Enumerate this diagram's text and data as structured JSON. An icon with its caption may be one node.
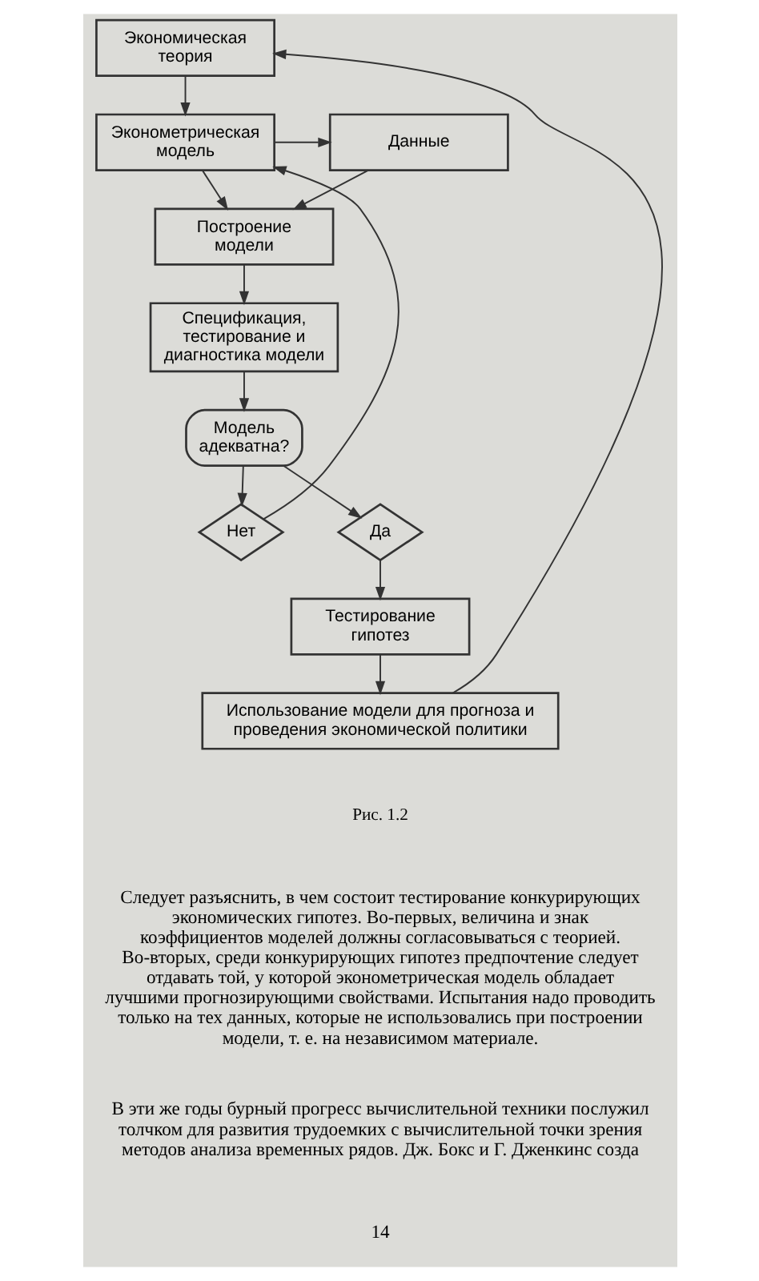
{
  "diagram": {
    "nodes": [
      {
        "text": [
          "Экономическая теория"
        ]
      },
      {
        "text": [
          "Эконометрическая модель"
        ]
      },
      {
        "text": [
          "Данные"
        ]
      },
      {
        "text": [
          "Построение модели"
        ]
      },
      {
        "text": [
          "Спецификация, тестирование и диагностика модели"
        ]
      },
      {
        "text": [
          "Модель адекватна?"
        ]
      },
      {
        "text": [
          "Нет"
        ]
      },
      {
        "text": [
          "Да"
        ]
      },
      {
        "text": [
          "Тестирование гипотез"
        ]
      },
      {
        "text": [
          "Использование модели для прогноза и проведения экономической политики"
        ]
      }
    ],
    "edges": [
      {
        "from": 0,
        "to": 1,
        "arrow": "to"
      },
      {
        "from": 1,
        "to": 2,
        "arrow": "to"
      },
      {
        "from": 2,
        "to": 3,
        "arrow": "to"
      },
      {
        "from": 1,
        "to": 3,
        "arrow": "to"
      },
      {
        "from": 3,
        "to": 4,
        "arrow": "to"
      },
      {
        "from": 4,
        "to": 5,
        "arrow": "to"
      },
      {
        "from": 5,
        "to": 6,
        "arrow": "to"
      },
      {
        "from": 5,
        "to": 7,
        "arrow": "to"
      },
      {
        "from": 6,
        "to": 1,
        "arrow": "to"
      },
      {
        "from": 7,
        "to": 8,
        "arrow": "to"
      },
      {
        "from": 8,
        "to": 9,
        "arrow": "to"
      },
      {
        "from": 9,
        "to": 0,
        "arrow": "to"
      }
    ],
    "labels": [
      "Рис. 1.2",
      "Следует разъяснить, в чем состоит тестирование конкурирующих экономических гипотез. Во-первых, величина и знак коэффициентов моделей должны согласовываться с теорией. Во-вторых, среди конкурирующих гипотез предпочтение следует отдавать той, у которой эконометрическая модель обладает лучшими прогнозирующими свойствами. Испытания надо проводить только на тех данных, которые не использовались при построении модели, т. е. на независимом материале.",
      "В эти же годы бурный прогресс вычислительной техники послужил толчком для развития трудоемких с вычислительной точки зрения методов анализа временных рядов. Дж. Бокс и Г. Дженкинс созда",
      "14"
    ]
  }
}
